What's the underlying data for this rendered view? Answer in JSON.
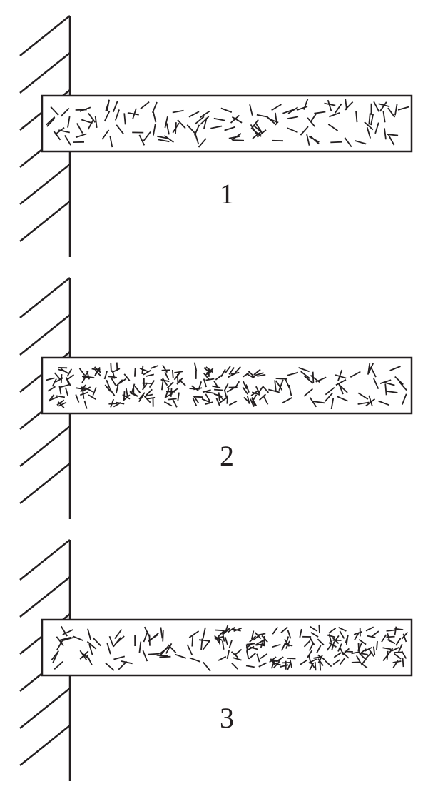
{
  "colors": {
    "ink": "#231f20",
    "background": "#ffffff"
  },
  "panels": [
    {
      "label": "1",
      "fiber_density": [
        1,
        1,
        1,
        1,
        1,
        1,
        1,
        1,
        1,
        1,
        1,
        1,
        1
      ]
    },
    {
      "label": "2",
      "fiber_density": [
        2,
        2,
        2,
        2,
        2,
        2,
        2,
        2,
        1,
        1,
        1,
        1,
        1
      ]
    },
    {
      "label": "3",
      "fiber_density": [
        1,
        1,
        1,
        1,
        1,
        1,
        2,
        2,
        2,
        2,
        2,
        2,
        2
      ]
    }
  ]
}
